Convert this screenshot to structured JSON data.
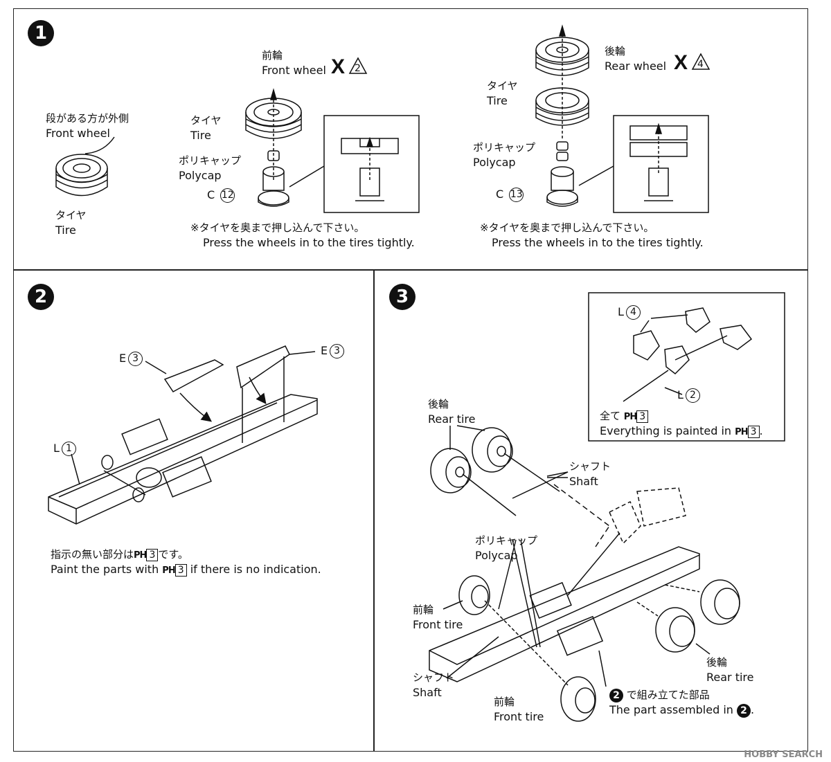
{
  "step1": {
    "number": "1",
    "side_note_jp": "段がある方が外側",
    "side_note_en": "Front wheel",
    "tire_jp_left": "タイヤ",
    "tire_en_left": "Tire",
    "front_wheel_jp": "前輪",
    "front_wheel_en": "Front wheel",
    "front_mark": "X",
    "front_qty": "2",
    "tire_jp_mid": "タイヤ",
    "tire_en_mid": "Tire",
    "polycap_jp_mid": "ポリキャップ",
    "polycap_en_mid": "Polycap",
    "part_c12_letter": "C",
    "part_c12_num": "12",
    "rear_wheel_jp": "後輪",
    "rear_wheel_en": "Rear wheel",
    "rear_mark": "X",
    "rear_qty": "4",
    "tire_jp_right": "タイヤ",
    "tire_en_right": "Tire",
    "polycap_jp_right": "ポリキャップ",
    "polycap_en_right": "Polycap",
    "part_c13_letter": "C",
    "part_c13_num": "13",
    "note_jp": "※タイヤを奥まで押し込んで下さい。",
    "note_en": "Press the wheels in to the tires tightly."
  },
  "step2": {
    "number": "2",
    "part_e3_letter": "E",
    "part_e3_num": "3",
    "part_l1_letter": "L",
    "part_l1_num": "1",
    "paint_jp_pre": "指示の無い部分は",
    "paint_jp_post": "です。",
    "paint_en_pre": "Paint the parts with",
    "paint_en_post": "if there is no indication.",
    "paint_code": "PH",
    "paint_num": "3"
  },
  "step3": {
    "number": "3",
    "part_l4_letter": "L",
    "part_l4_num": "4",
    "part_l2_letter": "L",
    "part_l2_num": "2",
    "all_paint_jp": "全て",
    "all_paint_en": "Everything is painted in",
    "paint_code": "PH",
    "paint_num": "3",
    "rear_tire_jp": "後輪",
    "rear_tire_en": "Rear tire",
    "shaft_jp": "シャフト",
    "shaft_en": "Shaft",
    "polycap_jp": "ポリキャップ",
    "polycap_en": "Polycap",
    "front_tire_jp": "前輪",
    "front_tire_en": "Front tire",
    "assembled_num": "2",
    "assembled_jp": "で組み立てた部品",
    "assembled_en": "The part assembled in"
  },
  "watermark": "HOBBY SEARCH"
}
